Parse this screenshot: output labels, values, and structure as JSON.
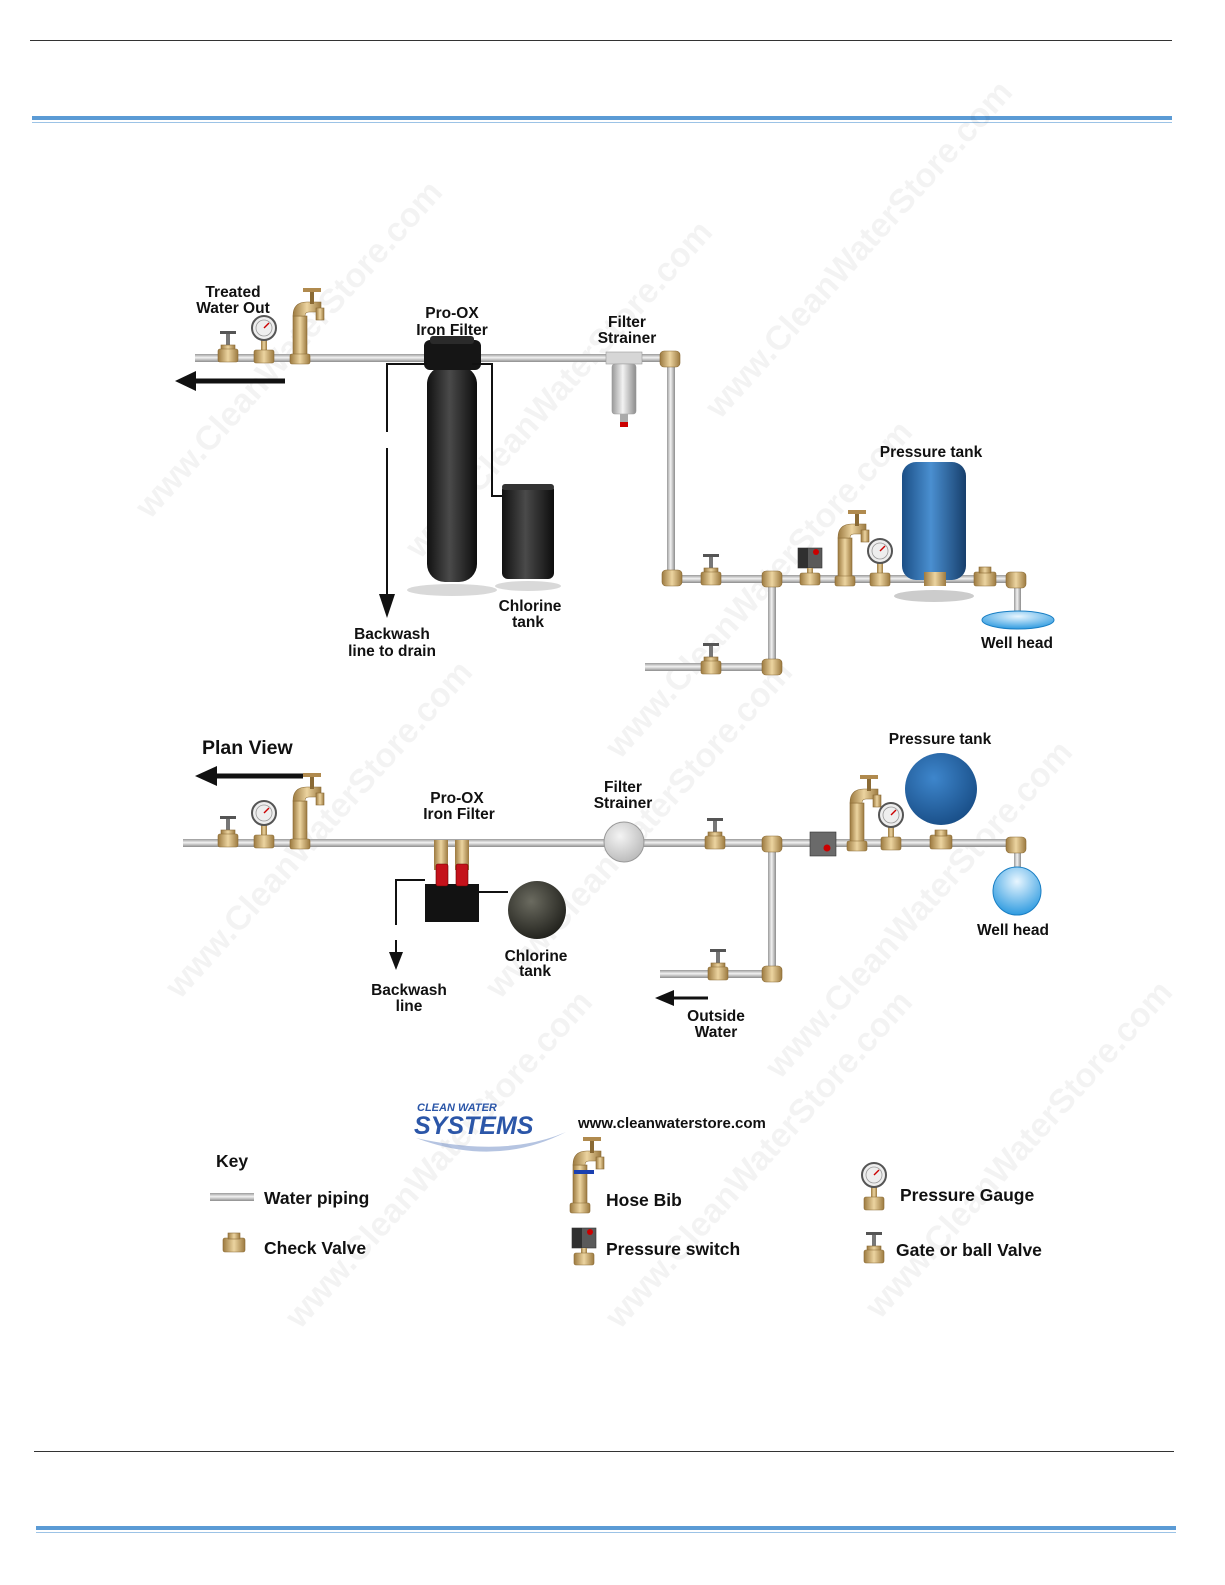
{
  "elevation": {
    "treated_water_out": [
      "Treated",
      "Water Out"
    ],
    "iron_filter": [
      "Pro-OX",
      "Iron Filter"
    ],
    "filter_strainer": [
      "Filter",
      "Strainer"
    ],
    "pressure_tank": "Pressure tank",
    "chlorine_tank": [
      "Chlorine",
      "tank"
    ],
    "backwash": [
      "Backwash",
      "line to drain"
    ],
    "well_head": "Well head"
  },
  "plan": {
    "title": "Plan View",
    "iron_filter": [
      "Pro-OX",
      "Iron Filter"
    ],
    "filter_strainer": [
      "Filter",
      "Strainer"
    ],
    "pressure_tank": "Pressure tank",
    "chlorine_tank": [
      "Chlorine",
      "tank"
    ],
    "backwash": [
      "Backwash",
      "line"
    ],
    "outside_water": [
      "Outside",
      "Water"
    ],
    "well_head": "Well head"
  },
  "logo": {
    "line1": "CLEAN WATER",
    "line2": "SYSTEMS",
    "url": "www.cleanwaterstore.com"
  },
  "key": {
    "title": "Key",
    "water_piping": "Water piping",
    "check_valve": "Check Valve",
    "hose_bib": "Hose Bib",
    "pressure_switch": "Pressure switch",
    "pressure_gauge": "Pressure Gauge",
    "gate_valve": "Gate or ball Valve"
  },
  "watermark": "www.CleanWaterStore.com",
  "colors": {
    "rule_blue": "#5b9bd5",
    "pipe": "#c9c9c9",
    "brass": "#c9a368",
    "tank_blue": "#2a6fb0",
    "filter_black": "#1d1d1d"
  }
}
